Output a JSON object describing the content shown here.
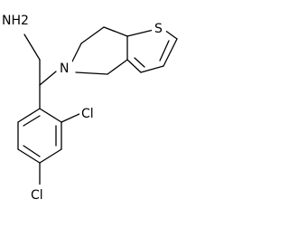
{
  "molecule": {
    "atoms": {
      "nh2": "NH2",
      "n": "N",
      "s": "S",
      "cl_ortho": "Cl",
      "cl_para": "Cl"
    }
  }
}
